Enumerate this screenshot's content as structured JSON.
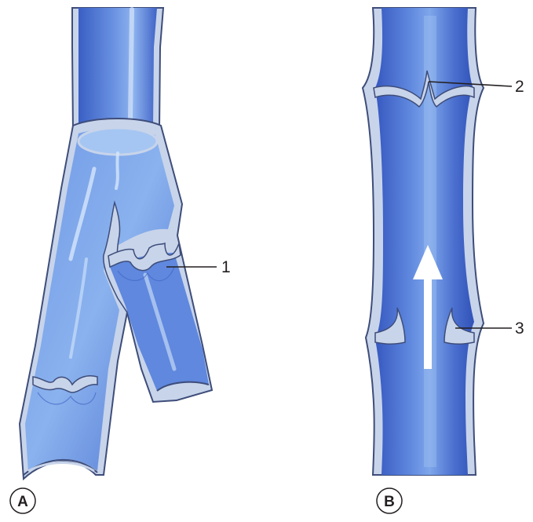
{
  "panels": [
    {
      "label": "A"
    },
    {
      "label": "B"
    }
  ],
  "callouts": [
    {
      "number": "1"
    },
    {
      "number": "2"
    },
    {
      "number": "3"
    }
  ],
  "colors": {
    "wall": "#c8d4ea",
    "wall_outline": "#3e4d7a",
    "lumen_dark": "#3a5fc4",
    "lumen_mid": "#5c85de",
    "lumen_light": "#9fc2f2",
    "arrow": "#ffffff"
  },
  "arrow_direction": "up"
}
